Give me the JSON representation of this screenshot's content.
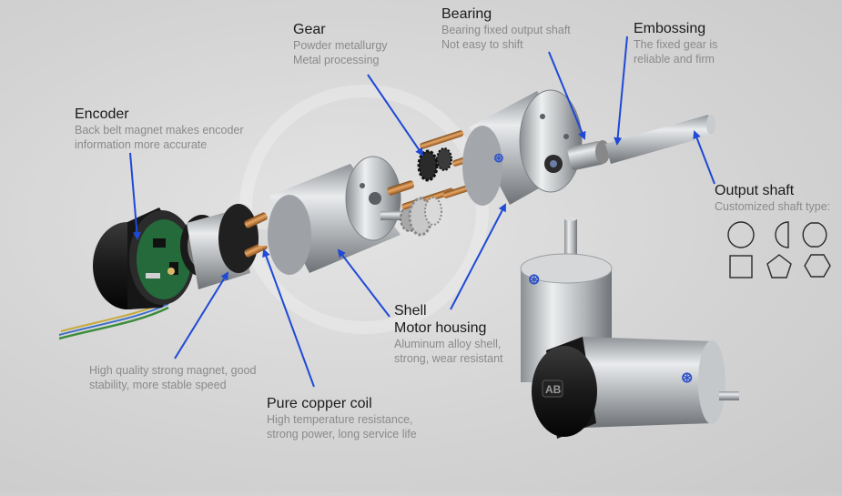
{
  "callouts": {
    "gear": {
      "title": "Gear",
      "lines": [
        "Powder metallurgy",
        "Metal processing"
      ]
    },
    "bearing": {
      "title": "Bearing",
      "lines": [
        "Bearing fixed output shaft",
        "Not easy to shift"
      ]
    },
    "embossing": {
      "title": "Embossing",
      "lines": [
        "The fixed gear is",
        "reliable and firm"
      ]
    },
    "encoder": {
      "title": "Encoder",
      "lines": [
        "Back belt magnet makes encoder",
        "information more accurate"
      ]
    },
    "output_shaft": {
      "title": "Output shaft",
      "lines": [
        "Customized shaft type:"
      ]
    },
    "shell": {
      "title_lines": [
        "Shell",
        "Motor housing"
      ],
      "lines": [
        "Aluminum alloy shell,",
        "strong, wear resistant"
      ]
    },
    "magnet": {
      "lines": [
        "High quality strong magnet, good",
        "stability, more stable speed"
      ]
    },
    "coil": {
      "title": "Pure copper coil",
      "lines": [
        "High temperature resistance,",
        "strong power, long service life"
      ]
    }
  },
  "shaft_types": [
    "circle",
    "d-cut",
    "double-d",
    "square",
    "pentagon",
    "hexagon"
  ],
  "motor_label": "AB",
  "colors": {
    "arrow": "#1f49d6",
    "title": "#1a1a1a",
    "desc": "#8a8a8a",
    "metal": "#b9bcbf",
    "copper": "#c9823e"
  }
}
